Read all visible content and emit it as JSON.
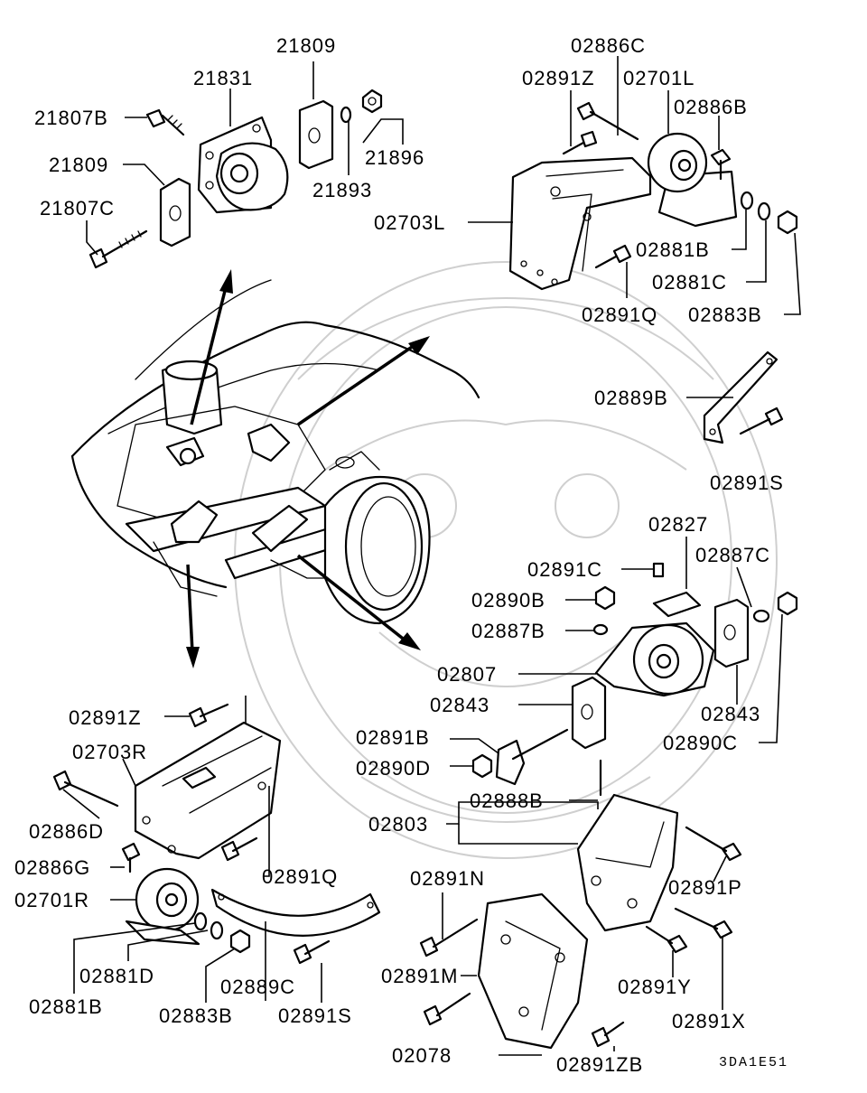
{
  "labels": {
    "l_21809_top": "21809",
    "l_21831": "21831",
    "l_21807B": "21807B",
    "l_21809_left": "21809",
    "l_21896": "21896",
    "l_21893": "21893",
    "l_21807C": "21807C",
    "l_02886C": "02886C",
    "l_02891Z_top": "02891Z",
    "l_02701L": "02701L",
    "l_02886B": "02886B",
    "l_02703L": "02703L",
    "l_02881B_top": "02881B",
    "l_02881C": "02881C",
    "l_02891Q_top": "02891Q",
    "l_02883B_top": "02883B",
    "l_02889B": "02889B",
    "l_02891S_right": "02891S",
    "l_02827": "02827",
    "l_02891C": "02891C",
    "l_02887C": "02887C",
    "l_02890B": "02890B",
    "l_02887B": "02887B",
    "l_02807": "02807",
    "l_02843_left": "02843",
    "l_02843_right": "02843",
    "l_02890C": "02890C",
    "l_02891B": "02891B",
    "l_02890D": "02890D",
    "l_02888B": "02888B",
    "l_02803": "02803",
    "l_02891P": "02891P",
    "l_02891N": "02891N",
    "l_02891M": "02891M",
    "l_02891Y": "02891Y",
    "l_02891X": "02891X",
    "l_02078": "02078",
    "l_02891ZB": "02891ZB",
    "l_02891Z_bot": "02891Z",
    "l_02703R": "02703R",
    "l_02886D": "02886D",
    "l_02886G": "02886G",
    "l_02701R": "02701R",
    "l_02891Q_bot": "02891Q",
    "l_02881D": "02881D",
    "l_02881B_bot": "02881B",
    "l_02883B_bot": "02883B",
    "l_02889C": "02889C",
    "l_02891S_bot": "02891S"
  },
  "figure_code": "3DA1E51"
}
